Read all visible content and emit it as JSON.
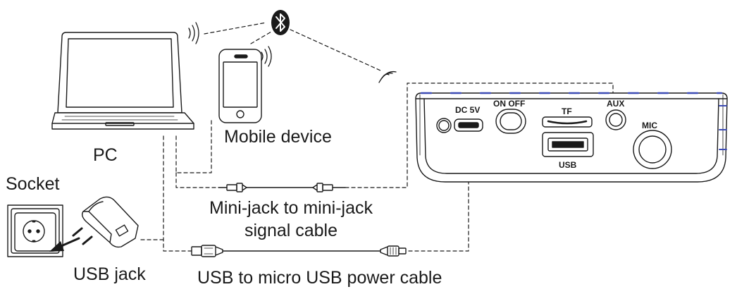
{
  "labels": {
    "pc": "PC",
    "mobile_device": "Mobile device",
    "socket": "Socket",
    "usb_jack": "USB jack",
    "minijack_cable_line1": "Mini-jack to mini-jack",
    "minijack_cable_line2": "signal cable",
    "usb_power_cable": "USB to micro USB power cable"
  },
  "device_panel": {
    "dc_5v": "DC 5V",
    "on_off": "ON OFF",
    "tf": "TF",
    "aux": "AUX",
    "mic": "MIC",
    "usb": "USB"
  },
  "icons": {
    "bluetooth": "bluetooth-icon",
    "wireless": "wireless-signal-icon"
  },
  "colors": {
    "line": "#1a1a1a",
    "panel_accent": "#3c4bb4",
    "background": "#ffffff"
  }
}
